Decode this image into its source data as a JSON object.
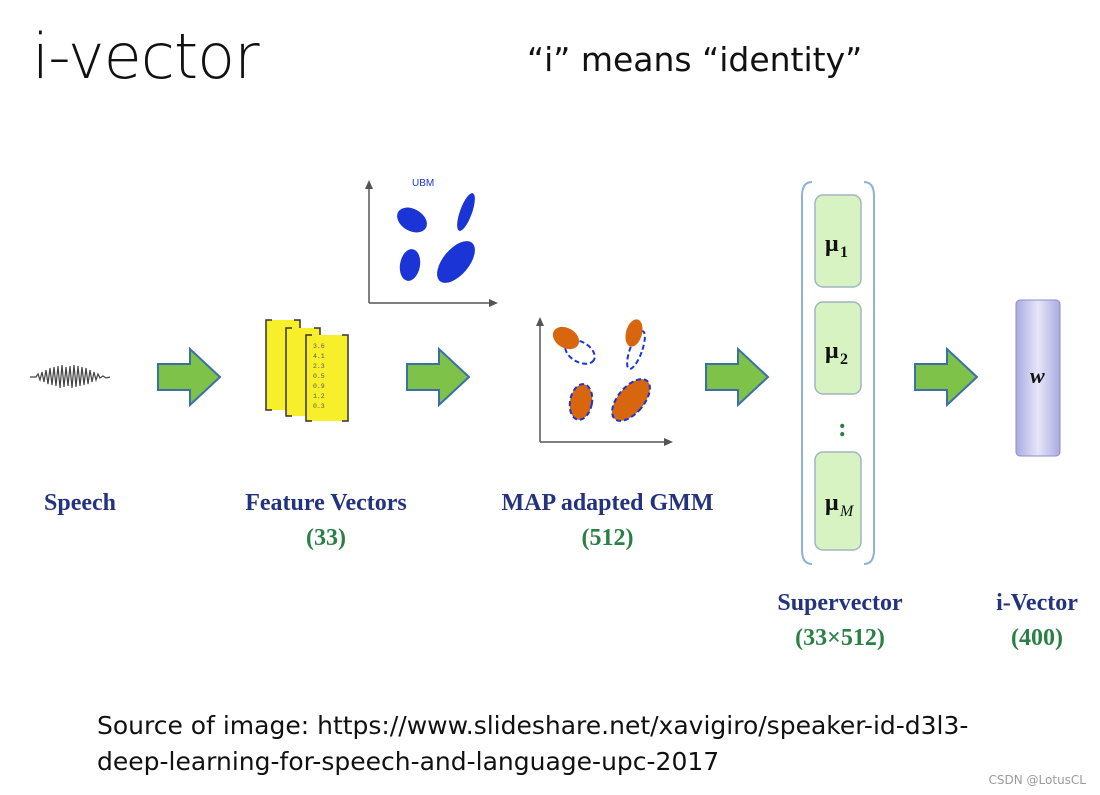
{
  "slide": {
    "title": "i-vector",
    "subtitle": "“i” means “identity”",
    "source_line1": "Source of image: https://www.slideshare.net/xavigiro/speaker-id-d3l3-",
    "source_line2": "deep-learning-for-speech-and-language-upc-2017",
    "watermark": "CSDN @LotusCL"
  },
  "diagram": {
    "ubm_label": "UBM",
    "feature_numbers": [
      "3.6",
      "4.1",
      "2.3",
      "0.5",
      "0.9",
      "1.2",
      "0.3"
    ],
    "stages": [
      {
        "name": "Speech",
        "value": ""
      },
      {
        "name": "Feature Vectors",
        "value": "(33)"
      },
      {
        "name": "MAP adapted GMM",
        "value": "(512)"
      },
      {
        "name": "Supervector",
        "value": "(33×512)"
      },
      {
        "name": "i-Vector",
        "value": "(400)"
      }
    ],
    "supervector_cells": [
      {
        "symbol": "μ",
        "sub": "1"
      },
      {
        "symbol": "μ",
        "sub": "2"
      },
      {
        "symbol": "μ",
        "sub": "M"
      }
    ],
    "ellipsis": ":",
    "ivector_symbol": "w",
    "colors": {
      "arrow_fill": "#7ec24a",
      "arrow_stroke": "#3a6fa8",
      "feature_fill": "#f7ef2a",
      "ubm_blob": "#1b34d6",
      "gmm_blob": "#d8660e",
      "cell_fill": "#d8f3c2",
      "ivector_fill": "#b5b7e6",
      "label_name": "#23337f",
      "label_num": "#2a7f45"
    }
  }
}
